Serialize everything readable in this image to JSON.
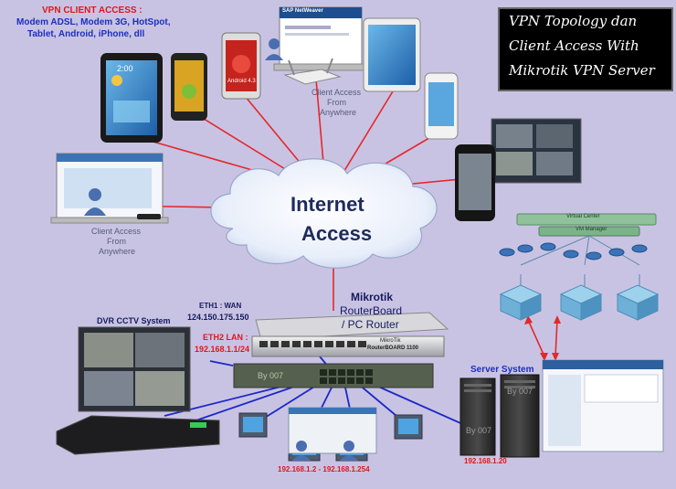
{
  "title": {
    "lines": [
      "VPN Topology dan",
      "Client Access With",
      "Mikrotik VPN Server"
    ]
  },
  "vpn_client": {
    "heading": "VPN CLIENT ACCESS :",
    "line1": "Modem ADSL, Modem 3G, HotSpot,",
    "line2": "Tablet, Android, iPhone, dll"
  },
  "client_access_top": [
    "Client Access",
    "From",
    "Anywhere"
  ],
  "client_access_left": [
    "Client Access",
    "From",
    "Anywhere"
  ],
  "cloud": {
    "line1": "Internet",
    "line2": "Access"
  },
  "router": {
    "line1": "Mikrotik",
    "line2": "RouterBoard",
    "line3": "/ PC Router",
    "model": "RouterBOARD 1100",
    "brand": "MikroTik"
  },
  "eth1": {
    "label": "ETH1 : WAN",
    "ip": "124.150.175.150"
  },
  "eth2": {
    "label": "ETH2 LAN :",
    "ip": "192.168.1.1/24"
  },
  "dvr": {
    "label": "DVR CCTV System"
  },
  "switch": {
    "label": "By 007"
  },
  "lan_range": "192.168.1.2 - 192.168.1.254",
  "server": {
    "label": "Server System",
    "ip": "192.168.1.20",
    "tag1": "By 007",
    "tag2": "By 007"
  },
  "cloud_cluster": {
    "top_label": "Virtual Center",
    "manager": "VM Manager"
  },
  "screens": {
    "sap": "SAP NetWeaver",
    "phone_clock": "2:00",
    "android": "Android 4.3"
  },
  "colors": {
    "background": "#c9c3e3",
    "wan_link": "#e4282c",
    "lan_link": "#1a28c9",
    "accent_red": "#e0161b",
    "accent_blue": "#1b2fbf"
  }
}
